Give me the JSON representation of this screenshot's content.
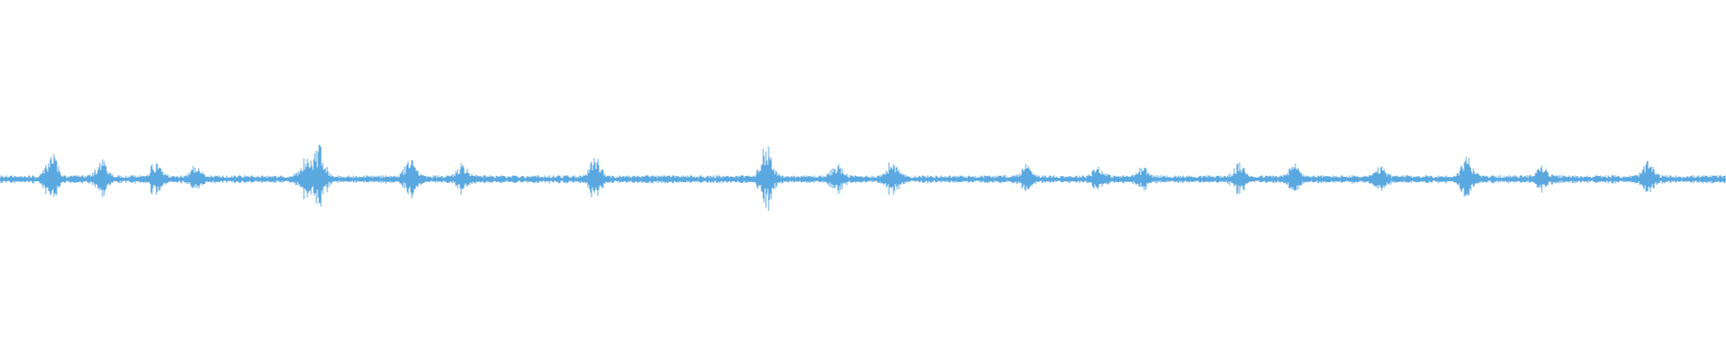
{
  "waveform": {
    "color": "#5ba8e0",
    "background": "#ffffff",
    "baseline_amplitude": 0.012,
    "bursts": [
      {
        "position": 0.03,
        "amplitude": 0.07
      },
      {
        "position": 0.059,
        "amplitude": 0.045
      },
      {
        "position": 0.09,
        "amplitude": 0.04
      },
      {
        "position": 0.113,
        "amplitude": 0.03
      },
      {
        "position": 0.177,
        "amplitude": 0.05
      },
      {
        "position": 0.185,
        "amplitude": 0.09
      },
      {
        "position": 0.238,
        "amplitude": 0.06
      },
      {
        "position": 0.268,
        "amplitude": 0.035
      },
      {
        "position": 0.345,
        "amplitude": 0.055
      },
      {
        "position": 0.444,
        "amplitude": 0.1
      },
      {
        "position": 0.485,
        "amplitude": 0.035
      },
      {
        "position": 0.517,
        "amplitude": 0.045
      },
      {
        "position": 0.595,
        "amplitude": 0.035
      },
      {
        "position": 0.636,
        "amplitude": 0.03
      },
      {
        "position": 0.662,
        "amplitude": 0.025
      },
      {
        "position": 0.718,
        "amplitude": 0.035
      },
      {
        "position": 0.75,
        "amplitude": 0.035
      },
      {
        "position": 0.8,
        "amplitude": 0.025
      },
      {
        "position": 0.85,
        "amplitude": 0.06
      },
      {
        "position": 0.893,
        "amplitude": 0.03
      },
      {
        "position": 0.955,
        "amplitude": 0.04
      }
    ]
  }
}
